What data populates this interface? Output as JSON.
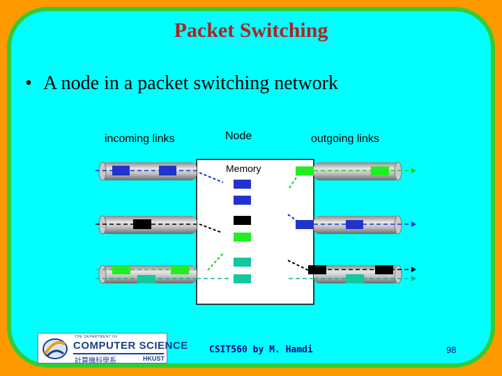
{
  "slide": {
    "title": "Packet Switching",
    "bullet": "A node in a packet switching network",
    "bullet_marker": "•"
  },
  "diagram": {
    "incoming_label": "incoming links",
    "node_label": "Node",
    "outgoing_label": "outgoing links",
    "memory_label": "Memory"
  },
  "footer": {
    "course": "CSIT560 by M. Hamdi",
    "page": "98",
    "logo": {
      "line1": "THE DEPARTMENT OF",
      "line2": "COMPUTER SCIENCE",
      "line3": "計算機科學系",
      "line4": "HKUST"
    }
  },
  "colors": {
    "background": "#ff9900",
    "slide": "#00ffff",
    "border": "#33cc33",
    "title": "#b22222",
    "blue_packet": "#2233cc",
    "black_packet": "#000000",
    "green_packet": "#22ee22",
    "teal_packet": "#11c8a0"
  }
}
